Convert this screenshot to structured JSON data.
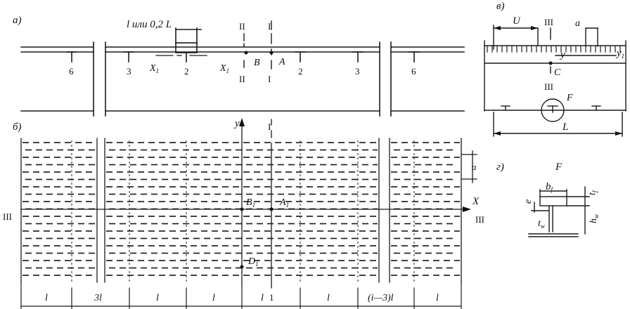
{
  "panels": {
    "a": "а)",
    "b": "б)",
    "v": "в)",
    "g": "г)"
  },
  "panel_a": {
    "dim_note": "l или 0,2 L",
    "stiffener_labels": [
      "6",
      "3",
      "2",
      "2",
      "3",
      "6"
    ],
    "section_II": "II",
    "section_I": "I",
    "x1": "X",
    "x1_sub": "1",
    "point_B": "B",
    "point_A": "A"
  },
  "panel_b": {
    "y_axis": "y",
    "x_axis": "X",
    "section_I": "I",
    "section_III": "III",
    "point_B1": "B",
    "point_A1": "A",
    "point_D1": "D",
    "sub1": "1",
    "dim_a": "a",
    "bottom_dims": [
      "l",
      "3l",
      "l",
      "l",
      "l",
      "1",
      "l",
      "(i—3)l",
      "l"
    ]
  },
  "panel_v": {
    "dim_U": "U",
    "section_III": "III",
    "dim_a": "a",
    "y_left": "y",
    "y_right": "y",
    "y_sub": "1",
    "point_C": "C",
    "detail_F": "F",
    "dim_L": "L"
  },
  "panel_g": {
    "title": "F",
    "b_f": "b",
    "b_f_sub": "f",
    "t_f": "t",
    "t_f_sub": "f",
    "e": "e",
    "h_w": "h",
    "h_w_sub": "w",
    "t_w": "t",
    "t_w_sub": "w"
  }
}
